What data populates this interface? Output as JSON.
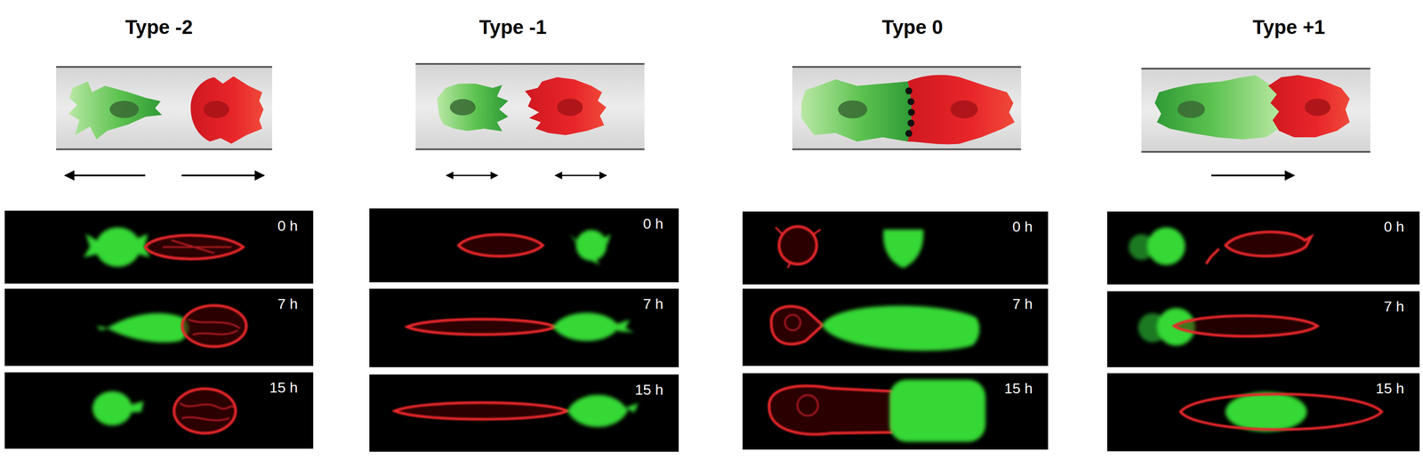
{
  "diagram": {
    "nodes": [
      {
        "text": [
          "0 h"
        ]
      },
      {
        "text": [
          "7 h"
        ]
      },
      {
        "text": [
          "15 h"
        ]
      },
      {
        "text": [
          "0 h"
        ]
      },
      {
        "text": [
          "7 h"
        ]
      },
      {
        "text": [
          "15 h"
        ]
      },
      {
        "text": [
          "0 h"
        ]
      },
      {
        "text": [
          "7 h"
        ]
      },
      {
        "text": [
          "15 h"
        ]
      },
      {
        "text": [
          "0 h"
        ]
      },
      {
        "text": [
          "7 h"
        ]
      },
      {
        "text": [
          "15 h"
        ]
      }
    ],
    "labels": [
      "Type -2",
      "Type -1",
      "Type 0",
      "Type +1"
    ]
  }
}
